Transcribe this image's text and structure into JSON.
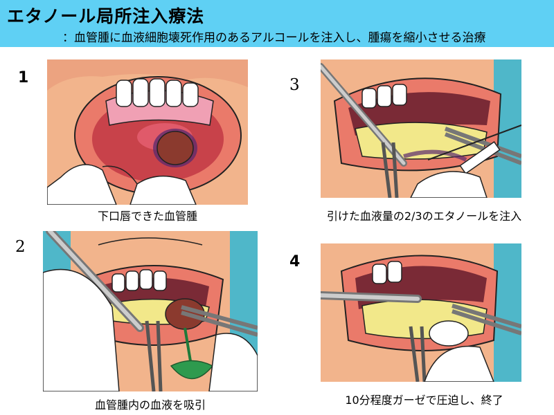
{
  "header": {
    "title": "エタノール局所注入療法",
    "subtitle": "：血管腫に血液細胞壊死作用のあるアルコールを注入し、腫瘍を縮小させる治療"
  },
  "steps": [
    {
      "number": "1",
      "caption": "下口唇できた血管腫"
    },
    {
      "number": "3",
      "caption": "引けた血液量の2/3のエタノールを注入"
    },
    {
      "number": "2",
      "caption": "血管腫内の血液を吸引"
    },
    {
      "number": "4",
      "caption": "10分程度ガーゼで圧迫し、終了"
    }
  ],
  "colors": {
    "header_bg": "#5fd0f4",
    "skin": "#f2b48c",
    "lip": "#ea7a6a",
    "gum": "#f0a0b4",
    "lesion": "#8b3a2e",
    "gauze": "#f2e88a",
    "background_teal": "#4fb7c9"
  }
}
